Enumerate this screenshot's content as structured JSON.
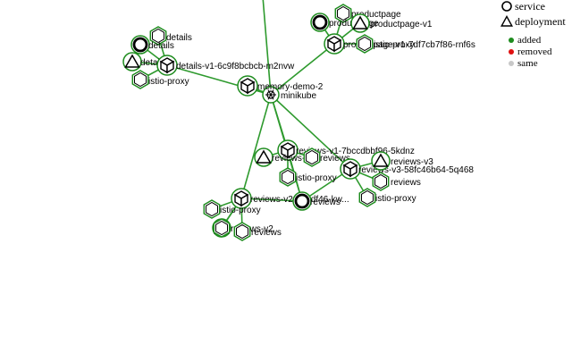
{
  "legend": {
    "types": [
      {
        "label": "service",
        "icon": "circle-icon"
      },
      {
        "label": "deployment",
        "icon": "triangle-icon"
      }
    ],
    "status": [
      {
        "label": "added",
        "color": "#1e8c1e"
      },
      {
        "label": "removed",
        "color": "#e01010"
      },
      {
        "label": "same",
        "color": "#c8c8c8"
      }
    ]
  },
  "colors": {
    "edge": "#2e9a2e",
    "ring_added": "#1e8c1e",
    "glyph": "#000000"
  },
  "nodes": [
    {
      "id": "top",
      "kind": "hidden",
      "label": ""
    },
    {
      "id": "minikube",
      "kind": "cluster",
      "label": "minikube"
    },
    {
      "id": "ns",
      "kind": "namespace",
      "label": "memory-demo-2"
    },
    {
      "id": "details-hex",
      "kind": "hexagon",
      "label": "details"
    },
    {
      "id": "details-svc",
      "kind": "service",
      "label": "details"
    },
    {
      "id": "details-dep",
      "kind": "deployment",
      "label": "details"
    },
    {
      "id": "details-pod",
      "kind": "pod",
      "label": "details-v1-6c9f8bcbcb-m2nvw"
    },
    {
      "id": "details-proxy",
      "kind": "hexagon",
      "label": "istio-proxy"
    },
    {
      "id": "pp-hex",
      "kind": "hexagon",
      "label": "productpage"
    },
    {
      "id": "pp-svc",
      "kind": "service",
      "label": "productpage"
    },
    {
      "id": "pp-dep",
      "kind": "deployment",
      "label": "productpage-v1"
    },
    {
      "id": "pp-pod",
      "kind": "pod",
      "label": "productpage-v1-7df7cb7f86-rnf6s"
    },
    {
      "id": "pp-proxy",
      "kind": "hexagon",
      "label": "istio-proxy"
    },
    {
      "id": "rv1-pod",
      "kind": "pod",
      "label": "reviews-v1-7bccdbbf96-5kdnz"
    },
    {
      "id": "rv1-dep",
      "kind": "deployment",
      "label": "reviews-v1"
    },
    {
      "id": "rv1-hex",
      "kind": "hexagon",
      "label": "reviews"
    },
    {
      "id": "rv1-proxy",
      "kind": "hexagon",
      "label": "istio-proxy"
    },
    {
      "id": "rv3-pod",
      "kind": "pod",
      "label": "reviews-v3-58fc46b64-5q468"
    },
    {
      "id": "rv3-dep",
      "kind": "deployment",
      "label": "reviews-v3"
    },
    {
      "id": "rv3-hex",
      "kind": "hexagon",
      "label": "reviews"
    },
    {
      "id": "rv3-proxy",
      "kind": "hexagon",
      "label": "istio-proxy"
    },
    {
      "id": "rv2-pod",
      "kind": "pod",
      "label": "reviews-v2-685df46-kw..."
    },
    {
      "id": "rv-svc",
      "kind": "service",
      "label": "reviews"
    },
    {
      "id": "rv2-proxy",
      "kind": "hexagon",
      "label": "istio-proxy"
    },
    {
      "id": "rv2-dep",
      "kind": "deployment",
      "label": "reviews-v2"
    },
    {
      "id": "rv2-hex",
      "kind": "hexagon",
      "label": "reviews"
    },
    {
      "id": "rv2-hex2",
      "kind": "hexagon",
      "label": ""
    }
  ],
  "edges": [
    [
      "top",
      "minikube"
    ],
    [
      "minikube",
      "ns"
    ],
    [
      "minikube",
      "details-pod"
    ],
    [
      "minikube",
      "pp-pod"
    ],
    [
      "minikube",
      "rv1-pod"
    ],
    [
      "minikube",
      "rv3-pod"
    ],
    [
      "minikube",
      "rv2-pod"
    ],
    [
      "minikube",
      "rv-svc"
    ],
    [
      "details-pod",
      "details-hex"
    ],
    [
      "details-pod",
      "details-svc"
    ],
    [
      "details-pod",
      "details-dep"
    ],
    [
      "details-pod",
      "details-proxy"
    ],
    [
      "pp-pod",
      "pp-hex"
    ],
    [
      "pp-pod",
      "pp-svc"
    ],
    [
      "pp-pod",
      "pp-dep"
    ],
    [
      "pp-pod",
      "pp-proxy"
    ],
    [
      "rv1-pod",
      "rv1-dep"
    ],
    [
      "rv1-pod",
      "rv1-hex"
    ],
    [
      "rv1-pod",
      "rv1-proxy"
    ],
    [
      "rv1-pod",
      "rv-svc"
    ],
    [
      "rv3-pod",
      "rv3-dep"
    ],
    [
      "rv3-pod",
      "rv3-hex"
    ],
    [
      "rv3-pod",
      "rv3-proxy"
    ],
    [
      "rv3-pod",
      "rv-svc"
    ],
    [
      "rv2-pod",
      "rv2-proxy"
    ],
    [
      "rv2-pod",
      "rv2-dep"
    ],
    [
      "rv2-pod",
      "rv2-hex"
    ],
    [
      "rv2-pod",
      "rv2-hex2"
    ],
    [
      "rv2-pod",
      "rv-svc"
    ]
  ]
}
